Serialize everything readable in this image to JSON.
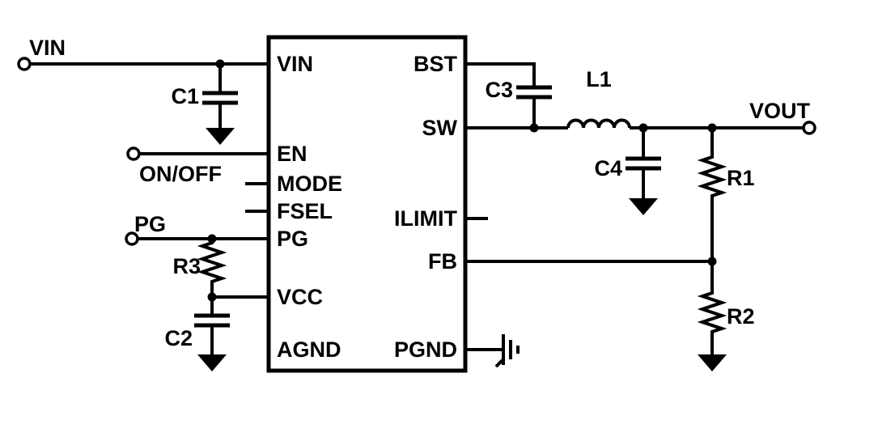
{
  "diagram": {
    "kind": "schematic",
    "description": "Buck converter IC typical application circuit"
  },
  "colors": {
    "line": "#000000",
    "background": "#ffffff"
  },
  "ic": {
    "pins_left": [
      "VIN",
      "EN",
      "MODE",
      "FSEL",
      "PG",
      "VCC",
      "AGND"
    ],
    "pins_right": [
      "BST",
      "SW",
      "ILIMIT",
      "FB",
      "PGND"
    ]
  },
  "terminals": {
    "vin": "VIN",
    "on_off": "ON/OFF",
    "pg": "PG",
    "vout": "VOUT"
  },
  "components": {
    "c1": "C1",
    "c2": "C2",
    "c3": "C3",
    "c4": "C4",
    "l1": "L1",
    "r1": "R1",
    "r2": "R2",
    "r3": "R3"
  }
}
